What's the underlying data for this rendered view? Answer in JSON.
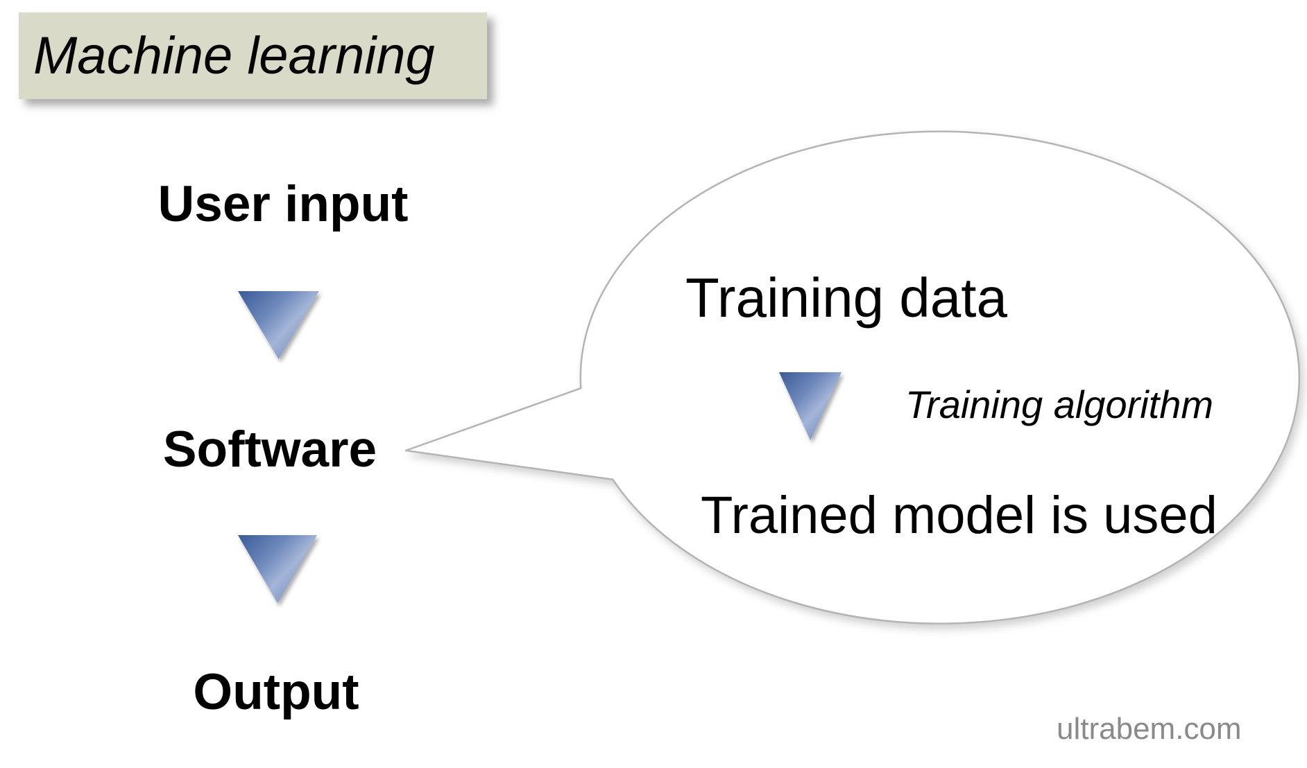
{
  "title": {
    "text": "Machine learning"
  },
  "flow": {
    "steps": [
      {
        "label": "User input"
      },
      {
        "label": "Software"
      },
      {
        "label": "Output"
      }
    ]
  },
  "bubble": {
    "training_data": "Training data",
    "training_algorithm": "Training algorithm",
    "trained_model": "Trained model is used"
  },
  "watermark": {
    "text": "ultrabem.com"
  },
  "icons": {
    "flow_arrow": "down-triangle-icon",
    "speech_bubble": "callout-ellipse"
  },
  "colors": {
    "title_background": "#dadac8",
    "bubble_border": "#b4b4b4",
    "arrow_dark": "#3a5a97",
    "arrow_light": "#a4b5d8",
    "text_black": "#000000",
    "watermark_gray": "#8a8a8a",
    "page_background": "#ffffff"
  }
}
